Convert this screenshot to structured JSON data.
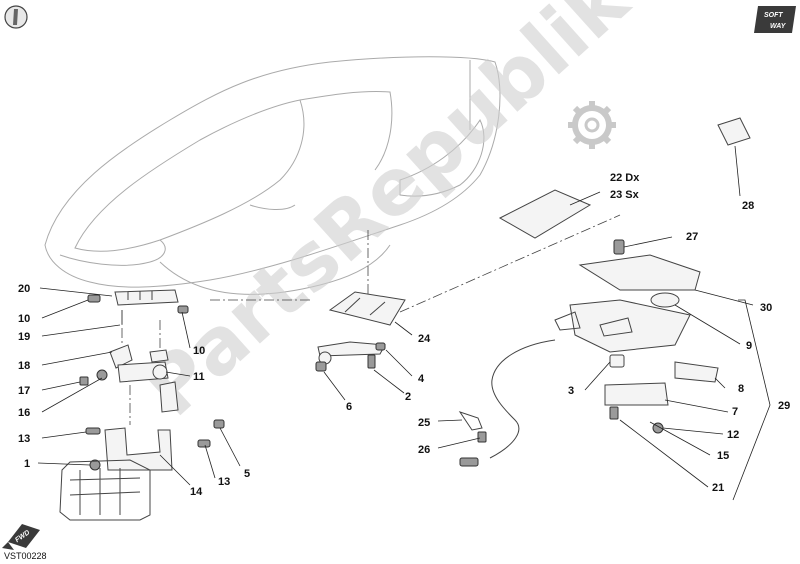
{
  "watermark": "PartsRepublik",
  "diagram_code": "VST00228",
  "badges": {
    "top_right_line1": "SOFT",
    "top_right_line2": "WAY",
    "front_arrow": "FWD"
  },
  "labels": {
    "l1": "1",
    "l2": "2",
    "l3": "3",
    "l4": "4",
    "l5": "5",
    "l6": "6",
    "l7": "7",
    "l8": "8",
    "l9": "9",
    "l10a": "10",
    "l10b": "10",
    "l11": "11",
    "l12": "12",
    "l13a": "13",
    "l13b": "13",
    "l14": "14",
    "l15": "15",
    "l16": "16",
    "l17": "17",
    "l18": "18",
    "l19": "19",
    "l20": "20",
    "l21": "21",
    "l22": "22 Dx",
    "l23": "23 Sx",
    "l24": "24",
    "l25": "25",
    "l26": "26",
    "l27": "27",
    "l28": "28",
    "l29": "29",
    "l30": "30"
  },
  "colors": {
    "line": "#444444",
    "watermark": "#cfcfcf",
    "badge": "#333333"
  },
  "icons": {
    "top_left": "round-badge-icon",
    "watermark_gear": "gear-icon"
  }
}
